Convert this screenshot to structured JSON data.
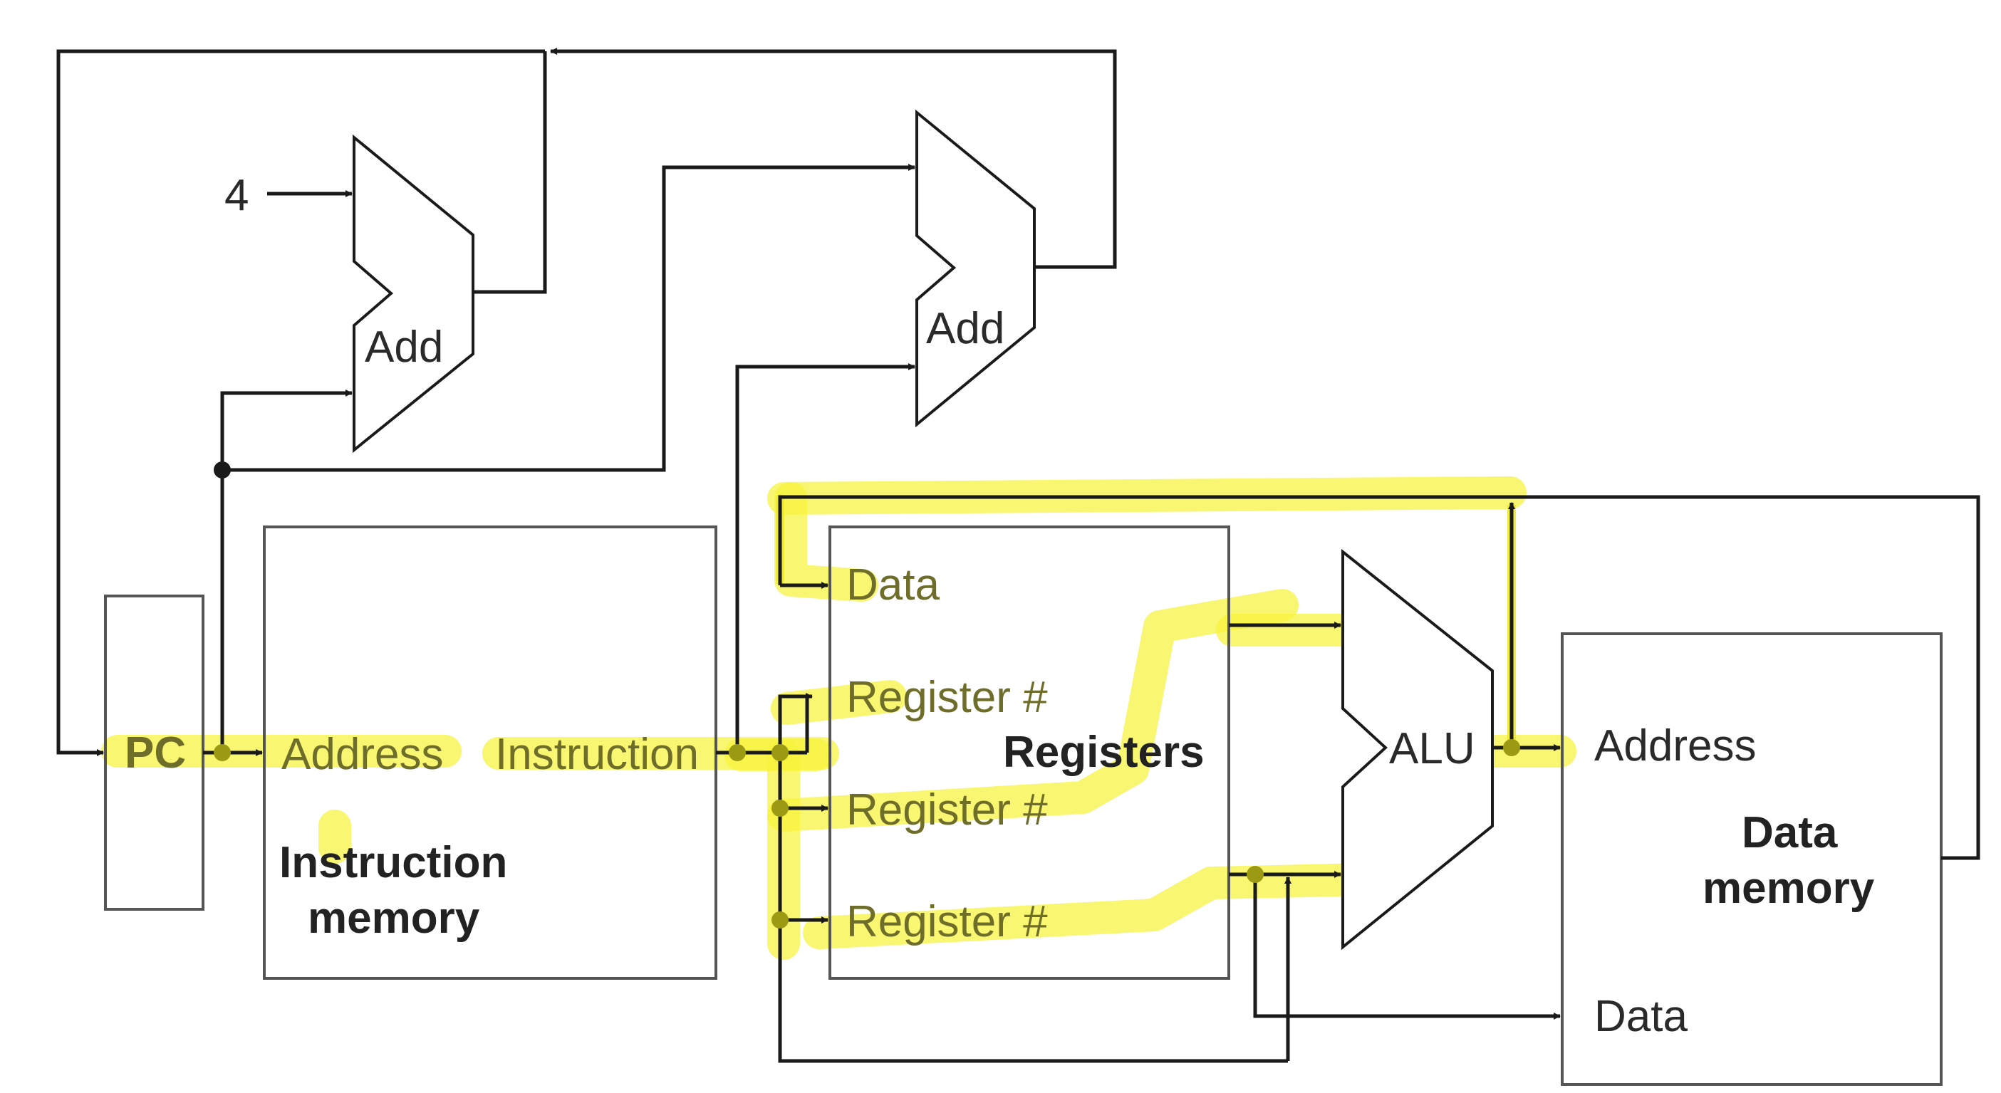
{
  "labels": {
    "const_four": "4",
    "adder_pc": "Add",
    "adder_branch": "Add",
    "pc": "PC",
    "imem_address": "Address",
    "imem_instruction": "Instruction",
    "imem_title_line1": "Instruction",
    "imem_title_line2": "memory",
    "reg_data": "Data",
    "reg_num_1": "Register #",
    "reg_num_2": "Register #",
    "reg_num_3": "Register #",
    "reg_title": "Registers",
    "alu": "ALU",
    "dmem_address": "Address",
    "dmem_title_line1": "Data",
    "dmem_title_line2": "memory",
    "dmem_data": "Data"
  },
  "colors": {
    "wire": "#1a1a1a",
    "box_outline": "#555555",
    "highlight": "#f7f23a"
  }
}
